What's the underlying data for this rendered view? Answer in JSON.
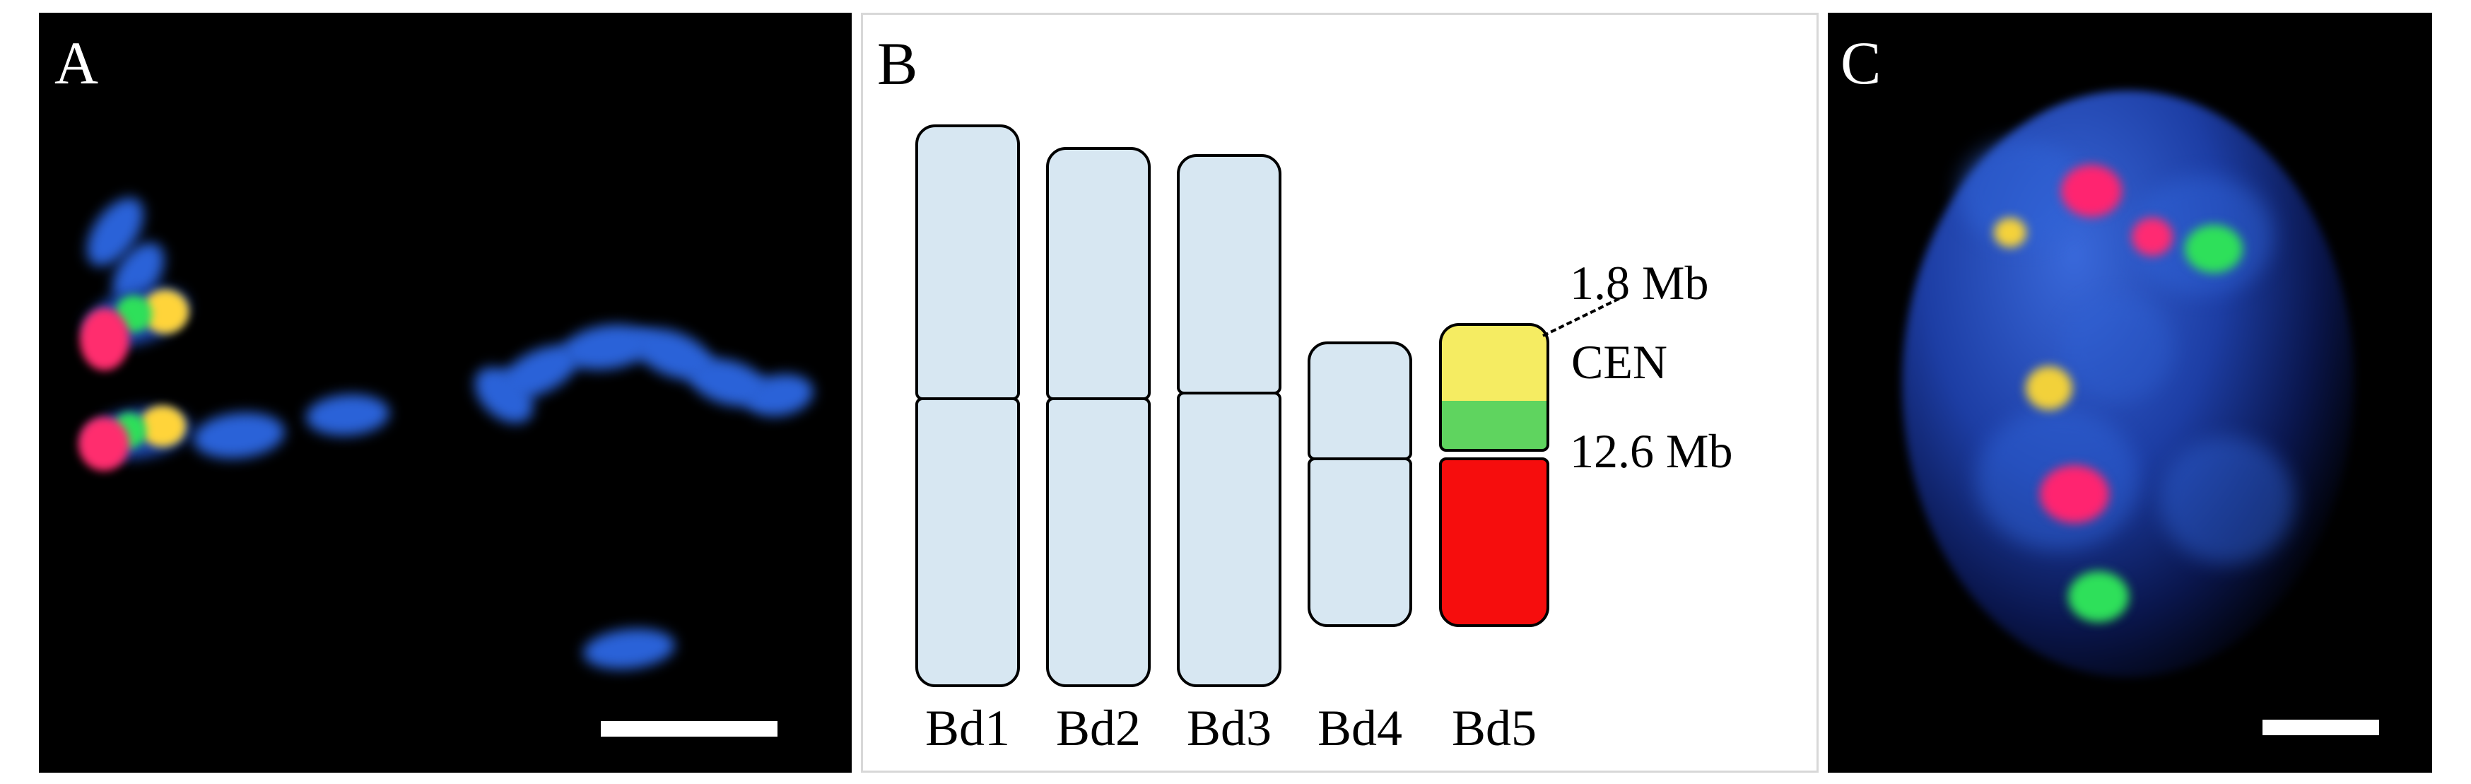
{
  "figure": {
    "panels": [
      {
        "letter": "A",
        "name": "metaphase-fish"
      },
      {
        "letter": "B",
        "name": "karyotype-ideogram"
      },
      {
        "letter": "C",
        "name": "interphase-nucleus-fish"
      }
    ]
  },
  "panel_a": {
    "letter": "A",
    "scalebar": {
      "visible": true
    }
  },
  "panel_b": {
    "letter": "B",
    "chromosomes": [
      {
        "label": "Bd1"
      },
      {
        "label": "Bd2"
      },
      {
        "label": "Bd3"
      },
      {
        "label": "Bd4"
      },
      {
        "label": "Bd5"
      }
    ],
    "annotations": [
      {
        "text": "1.8 Mb",
        "name": "annotation-1-8mb"
      },
      {
        "text": "CEN",
        "name": "annotation-cen"
      },
      {
        "text": "12.6 Mb",
        "name": "annotation-12-6mb"
      }
    ],
    "colors": {
      "arm_fill": "#d7e7f2",
      "outline": "#000000",
      "yellow_band": "#f5ec62",
      "green_band": "#5fd45f",
      "red_arm": "#f60d0d"
    }
  },
  "panel_c": {
    "letter": "C",
    "scalebar": {
      "visible": true
    },
    "colors": {
      "dapi": "#2f63d8",
      "red_signal": "#ff2d6e",
      "green_signal": "#2ee05a",
      "yellow_signal": "#ffd43a"
    }
  }
}
